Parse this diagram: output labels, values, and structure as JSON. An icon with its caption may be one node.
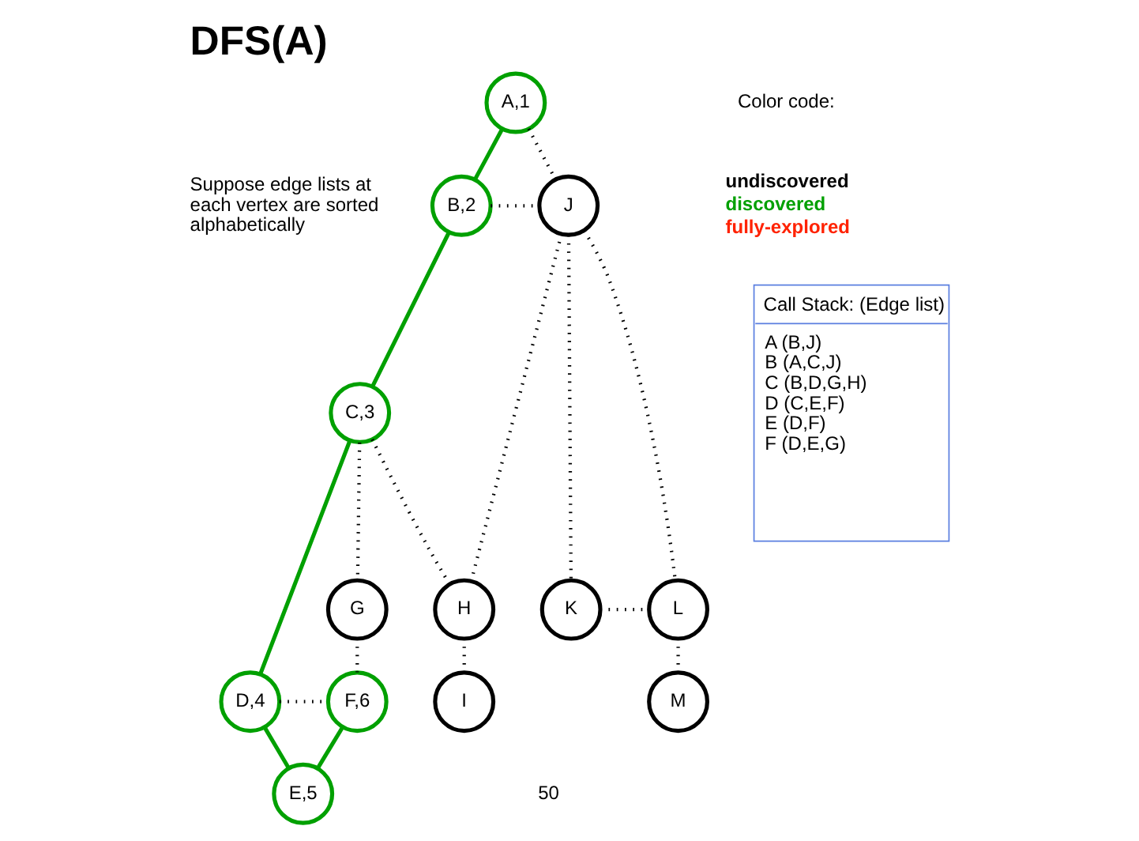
{
  "diagram": {
    "title": "DFS(A)",
    "nodes": [
      {
        "text": [
          "A,1"
        ]
      },
      {
        "text": [
          "B,2"
        ]
      },
      {
        "text": [
          "J"
        ]
      },
      {
        "text": [
          "C,3"
        ]
      },
      {
        "text": [
          "G"
        ]
      },
      {
        "text": [
          "H"
        ]
      },
      {
        "text": [
          "K"
        ]
      },
      {
        "text": [
          "L"
        ]
      },
      {
        "text": [
          "D,4"
        ]
      },
      {
        "text": [
          "F,6"
        ]
      },
      {
        "text": [
          "I"
        ]
      },
      {
        "text": [
          "M"
        ]
      },
      {
        "text": [
          "E,5"
        ]
      },
      {
        "text": [
          "Call Stack: (Edge list)",
          "A (B,J)",
          "B (A,C,J)",
          "C (B,D,G,H)",
          "D (C,E,F)",
          "E (D,F)",
          "F (D,E,G)"
        ]
      }
    ],
    "edges": [
      {
        "from": 0,
        "to": 1,
        "arrow": "none",
        "color": "#00a000"
      },
      {
        "from": 0,
        "to": 2,
        "arrow": "none",
        "style": "dashed"
      },
      {
        "from": 1,
        "to": 2,
        "arrow": "none",
        "style": "dashed"
      },
      {
        "from": 1,
        "to": 3,
        "arrow": "none",
        "color": "#00a000"
      },
      {
        "from": 3,
        "to": 4,
        "arrow": "none",
        "style": "dashed"
      },
      {
        "from": 3,
        "to": 5,
        "arrow": "none",
        "style": "dashed"
      },
      {
        "from": 2,
        "to": 5,
        "arrow": "none",
        "style": "dashed"
      },
      {
        "from": 2,
        "to": 6,
        "arrow": "none",
        "style": "dashed"
      },
      {
        "from": 2,
        "to": 7,
        "arrow": "none",
        "style": "dashed"
      },
      {
        "from": 6,
        "to": 7,
        "arrow": "none",
        "style": "dashed"
      },
      {
        "from": 3,
        "to": 8,
        "arrow": "none",
        "color": "#00a000"
      },
      {
        "from": 4,
        "to": 9,
        "arrow": "none",
        "style": "dashed"
      },
      {
        "from": 5,
        "to": 10,
        "arrow": "none",
        "style": "dashed"
      },
      {
        "from": 7,
        "to": 11,
        "arrow": "none",
        "style": "dashed"
      },
      {
        "from": 8,
        "to": 9,
        "arrow": "none",
        "style": "dashed"
      },
      {
        "from": 8,
        "to": 12,
        "arrow": "none",
        "color": "#00a000"
      },
      {
        "from": 12,
        "to": 9,
        "arrow": "none",
        "color": "#00a000"
      }
    ],
    "labels": [
      "Color code:",
      "Suppose edge lists at each vertex are sorted alphabetically",
      "50"
    ],
    "legend": [
      {
        "text": "undiscovered",
        "color": "#000000"
      },
      {
        "text": "discovered",
        "color": "#00a000"
      },
      {
        "text": "fully-explored",
        "color": "#ff2200"
      }
    ]
  }
}
